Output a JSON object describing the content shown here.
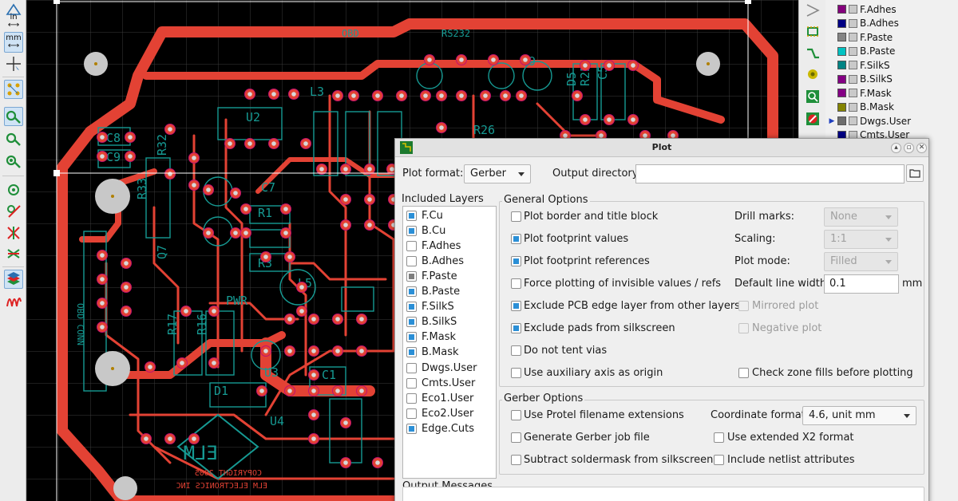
{
  "left_toolbar": {
    "units_in_label": "in",
    "units_mm_label": "mm"
  },
  "pcb": {
    "silk_labels": [
      "C8",
      "C9",
      "R32",
      "R33",
      "U2",
      "C7",
      "R1",
      "R3",
      "L5",
      "R17",
      "R16",
      "Q7",
      "D1",
      "U3",
      "C1",
      "U4",
      "Q9",
      "L3",
      "R26",
      "PWR",
      "C5",
      "R25",
      "D5"
    ],
    "connector_label": "OBD CONN",
    "logo_text": "ELM",
    "copyright_line1": "COPYRIGHT 2005",
    "copyright_line2": "ELM ELECTRONICS INC",
    "top_labels": [
      "OBD",
      "RS232"
    ]
  },
  "layers_panel": {
    "rows": [
      {
        "name": "F.Adhes",
        "color": "#84007c",
        "current": false
      },
      {
        "name": "B.Adhes",
        "color": "#000084",
        "current": false
      },
      {
        "name": "F.Paste",
        "color": "#848484",
        "current": false
      },
      {
        "name": "B.Paste",
        "color": "#00c2c2",
        "current": false
      },
      {
        "name": "F.SilkS",
        "color": "#008484",
        "current": false
      },
      {
        "name": "B.SilkS",
        "color": "#840084",
        "current": false
      },
      {
        "name": "F.Mask",
        "color": "#840084",
        "current": false
      },
      {
        "name": "B.Mask",
        "color": "#848400",
        "current": false
      },
      {
        "name": "Dwgs.User",
        "color": "#6e6e6e",
        "current": true
      },
      {
        "name": "Cmts.User",
        "color": "#000084",
        "current": false
      }
    ]
  },
  "plot_dialog": {
    "title": "Plot",
    "plot_format_label": "Plot format:",
    "plot_format_value": "Gerber",
    "output_dir_label": "Output directory:",
    "output_dir_value": "",
    "included_layers_title": "Included Layers",
    "included_layers": [
      {
        "name": "F.Cu",
        "state": "checked"
      },
      {
        "name": "B.Cu",
        "state": "checked"
      },
      {
        "name": "F.Adhes",
        "state": "unchecked"
      },
      {
        "name": "B.Adhes",
        "state": "unchecked"
      },
      {
        "name": "F.Paste",
        "state": "partial"
      },
      {
        "name": "B.Paste",
        "state": "checked"
      },
      {
        "name": "F.SilkS",
        "state": "checked"
      },
      {
        "name": "B.SilkS",
        "state": "checked"
      },
      {
        "name": "F.Mask",
        "state": "checked"
      },
      {
        "name": "B.Mask",
        "state": "checked"
      },
      {
        "name": "Dwgs.User",
        "state": "unchecked"
      },
      {
        "name": "Cmts.User",
        "state": "unchecked"
      },
      {
        "name": "Eco1.User",
        "state": "unchecked"
      },
      {
        "name": "Eco2.User",
        "state": "unchecked"
      },
      {
        "name": "Edge.Cuts",
        "state": "checked"
      }
    ],
    "general_options": {
      "title": "General Options",
      "checkboxes": [
        {
          "label": "Plot border and title block",
          "checked": false
        },
        {
          "label": "Plot footprint values",
          "checked": true
        },
        {
          "label": "Plot footprint references",
          "checked": true
        },
        {
          "label": "Force plotting of invisible values / refs",
          "checked": false
        },
        {
          "label": "Exclude PCB edge layer from other layers",
          "checked": true
        },
        {
          "label": "Exclude pads from silkscreen",
          "checked": true
        },
        {
          "label": "Do not tent vias",
          "checked": false
        },
        {
          "label": "Use auxiliary axis as origin",
          "checked": false
        }
      ],
      "drill_marks_label": "Drill marks:",
      "drill_marks_value": "None",
      "scaling_label": "Scaling:",
      "scaling_value": "1:1",
      "plot_mode_label": "Plot mode:",
      "plot_mode_value": "Filled",
      "default_line_width_label": "Default line width:",
      "default_line_width_value": "0.1",
      "default_line_width_unit": "mm",
      "mirrored_plot_label": "Mirrored plot",
      "negative_plot_label": "Negative plot",
      "check_zone_fills_label": "Check zone fills before plotting"
    },
    "gerber_options": {
      "title": "Gerber Options",
      "use_protel_label": "Use Protel filename extensions",
      "generate_job_label": "Generate Gerber job file",
      "subtract_mask_label": "Subtract soldermask from silkscreen",
      "coordinate_format_label": "Coordinate format:",
      "coordinate_format_value": "4.6, unit mm",
      "use_x2_label": "Use extended X2 format",
      "netlist_attr_label": "Include netlist attributes"
    },
    "output_messages_title": "Output Messages"
  }
}
